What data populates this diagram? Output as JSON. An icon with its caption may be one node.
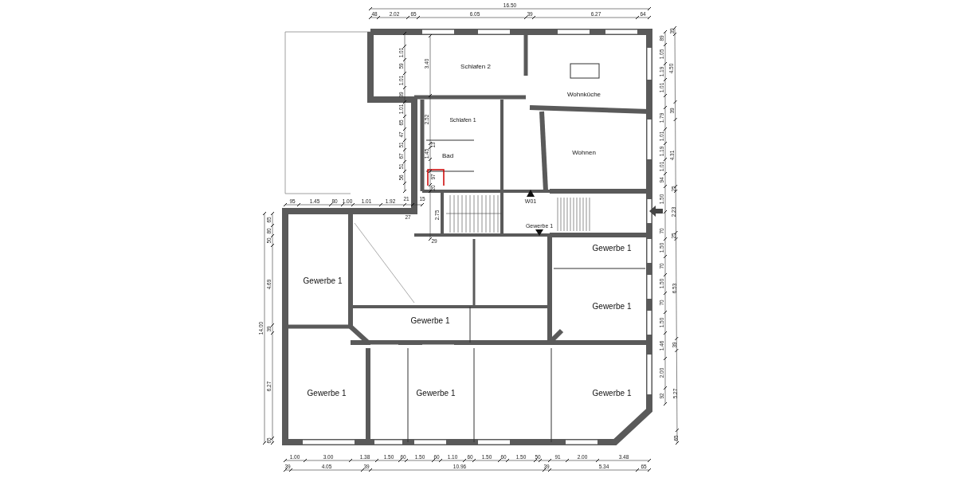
{
  "diagram": {
    "nodes": [
      {
        "text": [
          "Schlafen 2"
        ]
      },
      {
        "text": [
          "Wohnküche"
        ]
      },
      {
        "text": [
          "Schlafen 1"
        ]
      },
      {
        "text": [
          "Bad"
        ]
      },
      {
        "text": [
          "Wohnen"
        ]
      },
      {
        "text": [
          "Gewerbe 1"
        ]
      },
      {
        "text": [
          "Gewerbe 1"
        ]
      },
      {
        "text": [
          "Gewerbe 1"
        ]
      },
      {
        "text": [
          "Gewerbe 1"
        ]
      },
      {
        "text": [
          "Gewerbe 1"
        ]
      },
      {
        "text": [
          "Gewerbe 1"
        ]
      },
      {
        "text": [
          "Gewerbe 1"
        ]
      }
    ],
    "edges": [],
    "labels": [
      "16.50",
      "48",
      "2.02",
      "65",
      "6.05",
      "39",
      "6.27",
      "64",
      "95",
      "1.45",
      "80",
      "1.00",
      "1.01",
      "1.92",
      "21",
      "15",
      "1.01",
      "59",
      "1.01",
      "39",
      "1.01",
      "65",
      "47",
      "51",
      "67",
      "51",
      "56",
      "3.40",
      "2.52",
      "13",
      "1.45",
      "97",
      "20",
      "2.75",
      "27",
      "29",
      "W01",
      "Gewerbe 1",
      "65",
      "80",
      "50",
      "4.69",
      "39",
      "6.27",
      "65",
      "14.00",
      "89",
      "1.05",
      "1.19",
      "1.01",
      "1.79",
      "1.01",
      "1.19",
      "1.01",
      "94",
      "1.50",
      "70",
      "1.50",
      "70",
      "1.50",
      "70",
      "1.50",
      "1.46",
      "2.00",
      "92",
      "39",
      "4.50",
      "39",
      "4.31",
      "25",
      "2.23",
      "25",
      "6.53",
      "39",
      "5.27",
      "65",
      "1.00",
      "3.00",
      "1.38",
      "1.50",
      "60",
      "1.50",
      "60",
      "1.10",
      "60",
      "1.50",
      "60",
      "1.50",
      "50",
      "91",
      "2.00",
      "3.48",
      "39",
      "4.05",
      "39",
      "10.96",
      "39",
      "5.34",
      "65"
    ]
  }
}
